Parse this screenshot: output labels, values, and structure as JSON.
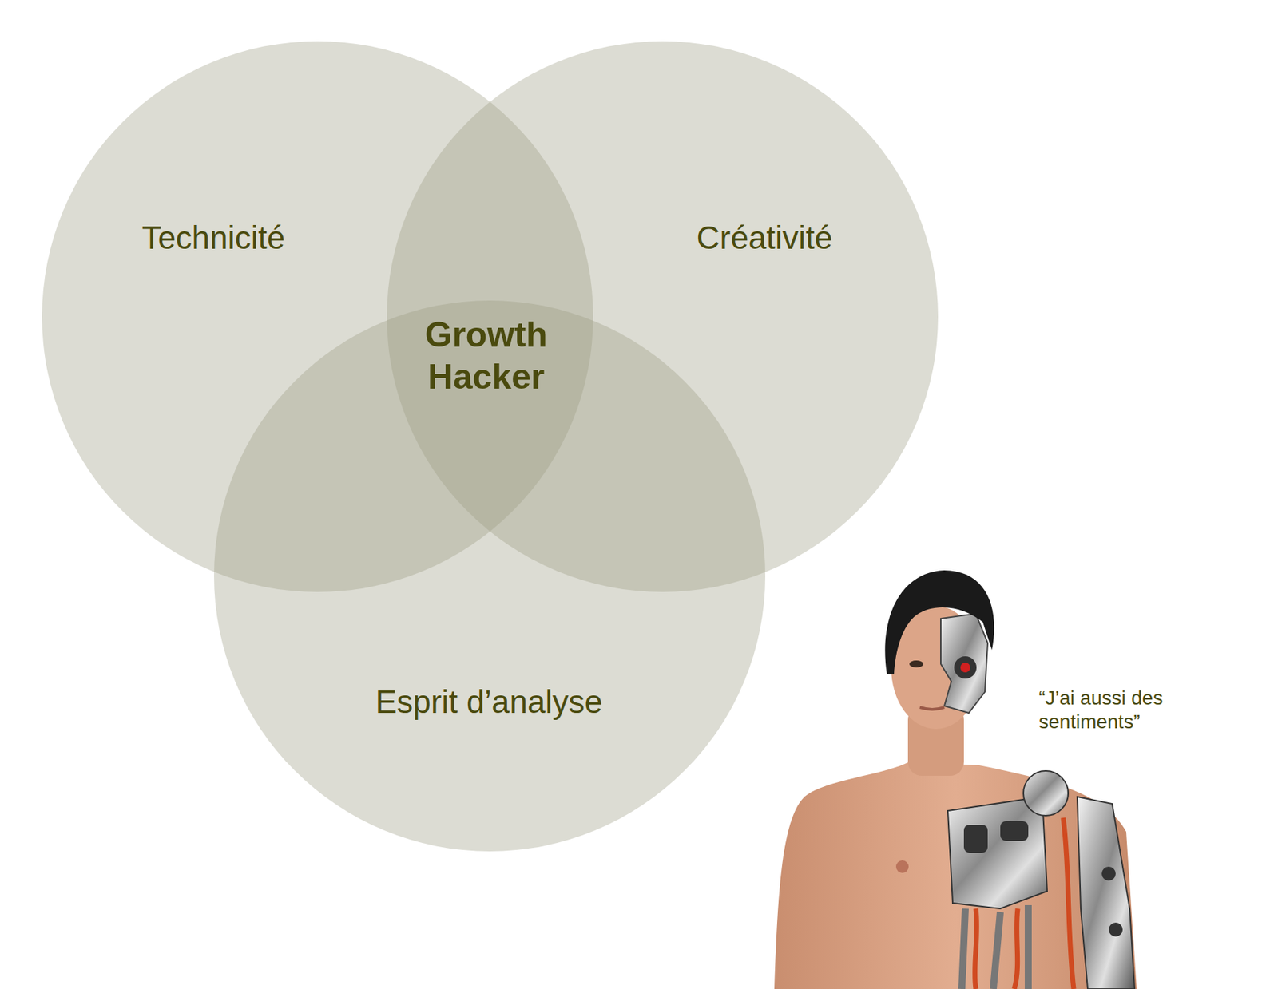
{
  "diagram": {
    "nodes": [
      {
        "text": [
          "Technicité"
        ]
      },
      {
        "text": [
          "Créativité"
        ]
      },
      {
        "text": [
          "Esprit d’analyse"
        ]
      }
    ],
    "labels": [
      "Growth Hacker",
      "“J’ai aussi des sentiments”"
    ]
  }
}
